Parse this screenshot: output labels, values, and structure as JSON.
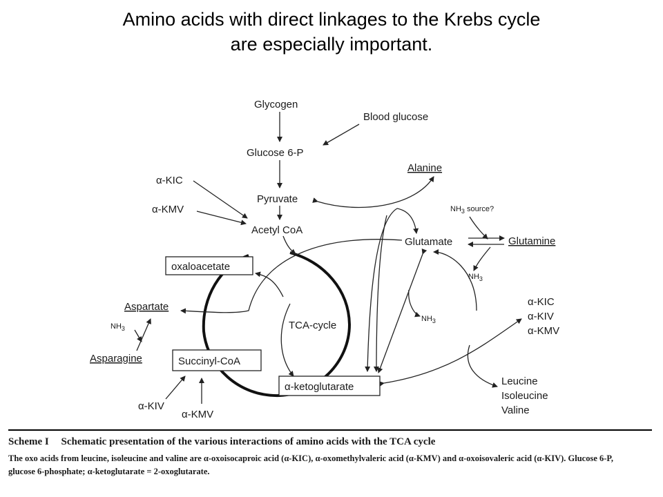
{
  "title": {
    "line1": "Amino acids with direct linkages to the Krebs cycle",
    "line2": "are especially important."
  },
  "diagram": {
    "glycogen": "Glycogen",
    "blood_glucose": "Blood glucose",
    "glucose6p": "Glucose 6-P",
    "pyruvate": "Pyruvate",
    "acetyl_coa": "Acetyl CoA",
    "alanine": "Alanine",
    "alpha_kic_left": "α-KIC",
    "alpha_kmv_left": "α-KMV",
    "oxaloacetate": "oxaloacetate",
    "aspartate": "Aspartate",
    "nh3_asp": "NH",
    "nh3_sub": "3",
    "asparagine": "Asparagine",
    "succinyl_coa": "Succinyl-CoA",
    "alpha_kiv_bottom": "α-KIV",
    "alpha_kmv_bottom": "α-KMV",
    "tca_cycle": "TCA-cycle",
    "alpha_ketoglutarate": "α-ketoglutarate",
    "glutamate": "Glutamate",
    "nh3_source": "NH",
    "nh3_source_tail": " source?",
    "glutamine": "Glutamine",
    "nh3_gln": "NH",
    "nh3_mid": "NH",
    "alpha_kic_right": "α-KIC",
    "alpha_kiv_right": "α-KIV",
    "alpha_kmv_right": "α-KMV",
    "leucine": "Leucine",
    "isoleucine": "Isoleucine",
    "valine": "Valine"
  },
  "caption": {
    "scheme": "Scheme I",
    "heading": "Schematic presentation of the various interactions of amino acids with the TCA cycle",
    "line1": "The oxo acids from leucine, isoleucine and valine are α-oxoisocaproic acid (α-KIC), α-oxomethylvaleric acid (α-KMV) and α-oxoisovaleric acid (α-KIV). Glucose 6-P,",
    "line2": "glucose 6-phosphate; α-ketoglutarate = 2-oxoglutarate."
  }
}
